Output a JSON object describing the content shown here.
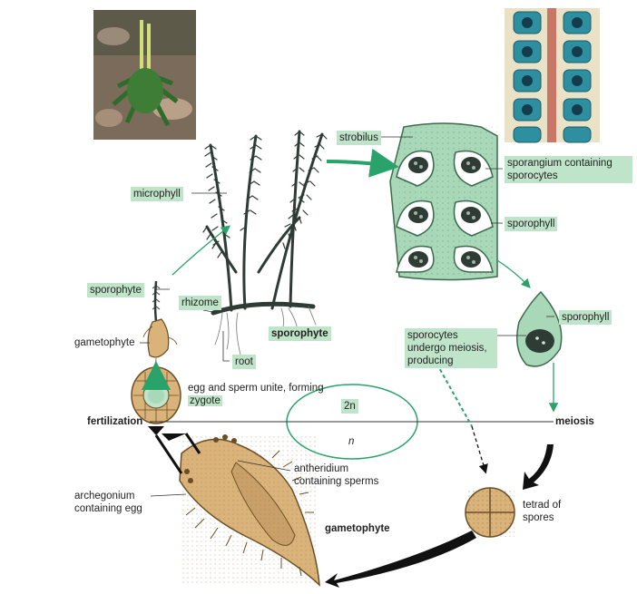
{
  "labels": {
    "strobilus": "strobilus",
    "sporangium": "sporangium containing sporocytes",
    "sporophyll_top": "sporophyll",
    "sporophyll_single": "sporophyll",
    "microphyll": "microphyll",
    "sporophyte_small": "sporophyte",
    "rhizome": "rhizome",
    "sporophyte_main": "sporophyte",
    "gametophyte_small": "gametophyte",
    "root": "root",
    "sporocytes_text": "sporocytes undergo meiosis, producing",
    "egg_sperm_text": "egg and sperm unite, forming",
    "zygote": "zygote",
    "two_n": "2n",
    "n": "n",
    "fertilization": "fertilization",
    "meiosis": "meiosis",
    "antheridium": "antheridium containing sperms",
    "tetrad": "tetrad of spores",
    "archegonium": "archegonium containing egg",
    "gametophyte_main": "gametophyte"
  },
  "colors": {
    "green_box": "#bfe4c9",
    "arrow_green": "#2aa36b",
    "strobilus_fill": "#a9d8b8",
    "gametophyte_fill": "#d9b37a",
    "plant_dark": "#2f3b35"
  }
}
